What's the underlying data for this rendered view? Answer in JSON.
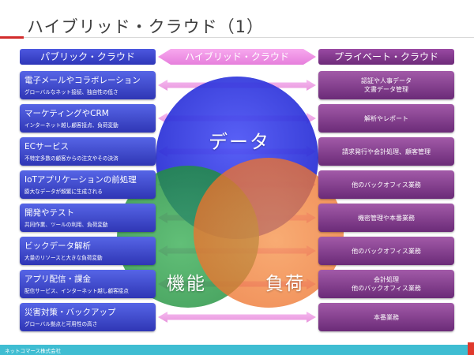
{
  "title": "ハイブリッド・クラウド（1）",
  "headers": {
    "left": "パブリック・クラウド",
    "center": "ハイブリッド・クラウド",
    "right": "プライベート・クラウド"
  },
  "venn": {
    "data_label": "データ",
    "function_label": "機能",
    "load_label": "負荷",
    "colors": {
      "data": "#3238e6",
      "function": "#2aa04a",
      "load": "#f2813a"
    }
  },
  "rows": [
    {
      "left_title": "電子メールやコラボレーション",
      "left_sub": "グローバルなネット接続、独自性の低さ",
      "right_line1": "認証や人事データ",
      "right_line2": "文書データ管理"
    },
    {
      "left_title": "マーケティングやCRM",
      "left_sub": "インターネット越し顧客接点、負荷変動",
      "right_line1": "解析やレポート",
      "right_line2": ""
    },
    {
      "left_title": "ECサービス",
      "left_sub": "不特定多数の顧客からの注文やその決済",
      "right_line1": "請求発行や会計処理、顧客管理",
      "right_line2": ""
    },
    {
      "left_title": "IoTアプリケーションの前処理",
      "left_sub": "膨大なデータが頻繁に生成される",
      "right_line1": "他のバックオフィス業務",
      "right_line2": ""
    },
    {
      "left_title": "開発やテスト",
      "left_sub": "共同作業、ツールの利用、負荷変動",
      "right_line1": "機密管理や本番業務",
      "right_line2": ""
    },
    {
      "left_title": "ビックデータ解析",
      "left_sub": "大量のリソースと大きな負荷変動",
      "right_line1": "他のバックオフィス業務",
      "right_line2": ""
    },
    {
      "left_title": "アプリ配信・課金",
      "left_sub": "配信サービス、インターネット越し顧客接点",
      "right_line1": "会計処理",
      "right_line2": "他のバックオフィス業務"
    },
    {
      "left_title": "災害対策・バックアップ",
      "left_sub": "グローバル拠点と可用性の高さ",
      "right_line1": "本番業務",
      "right_line2": ""
    }
  ],
  "footer": "ネットコマース株式会社"
}
